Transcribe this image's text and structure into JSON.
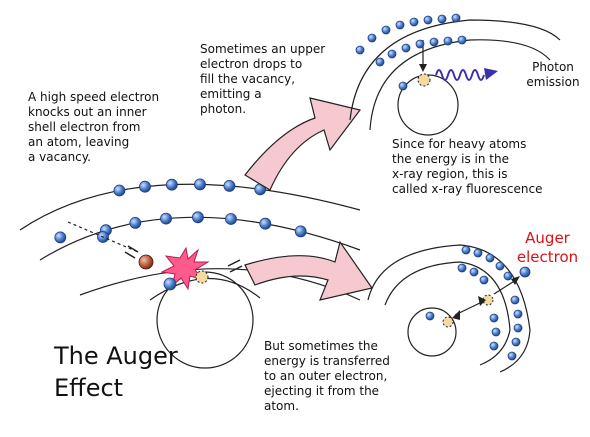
{
  "title": "The Auger\nEffect",
  "labels": {
    "intro": "A high speed electron\nknocks out an inner\nshell electron from\nan atom, leaving\na vacancy.",
    "upper_drop": "Sometimes an upper\nelectron drops to\nfill the vacancy,\nemitting a\nphoton.",
    "photon_emission": "Photon\nemission",
    "heavy_atoms": "Since for heavy atoms\nthe energy is in the\nx-ray region, this is\ncalled x-ray fluorescence",
    "auger_electron": "Auger\nelectron",
    "outer_transfer": "But sometimes the\nenergy is transferred\nto an outer electron,\nejecting it from the\natom."
  },
  "colors": {
    "electron": "#4a7fcf",
    "vacancy": "#f4d9a0",
    "incident_electron": "#b8583a",
    "burst": "#ff5a8c",
    "arrow_fill": "#f6c8d0",
    "photon_wave": "#3a2fb0",
    "auger_label": "#e01010"
  }
}
